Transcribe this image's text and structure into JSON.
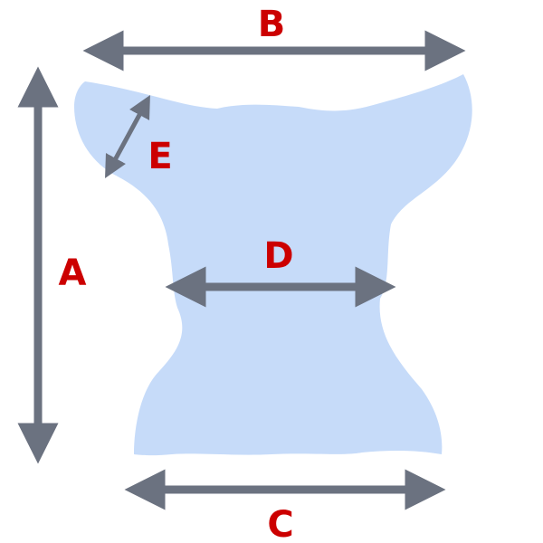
{
  "diagram": {
    "labels": {
      "a": "A",
      "b": "B",
      "c": "C",
      "d": "D",
      "e": "E"
    },
    "colors": {
      "garment": "#c6dbf9",
      "arrow": "#6b7280",
      "label": "#cc0000",
      "background": "#ffffff"
    }
  }
}
